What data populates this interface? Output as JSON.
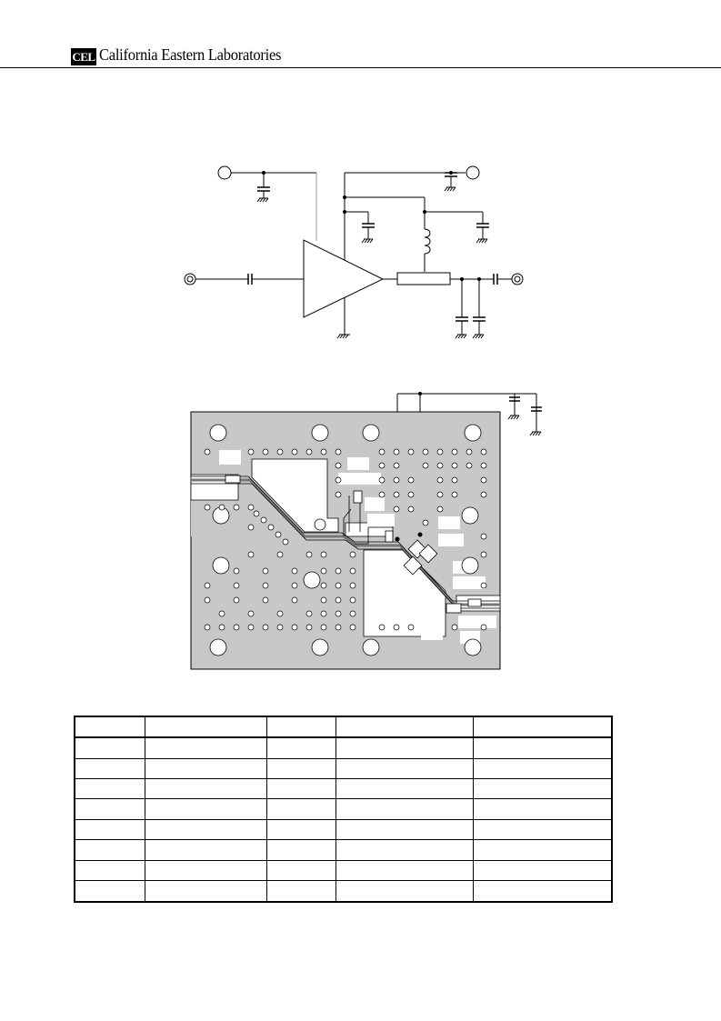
{
  "header": {
    "logo_text": "CEL",
    "company_name": "California Eastern Laboratories"
  },
  "parts_table": {
    "column_count": 5,
    "row_count": 8
  }
}
